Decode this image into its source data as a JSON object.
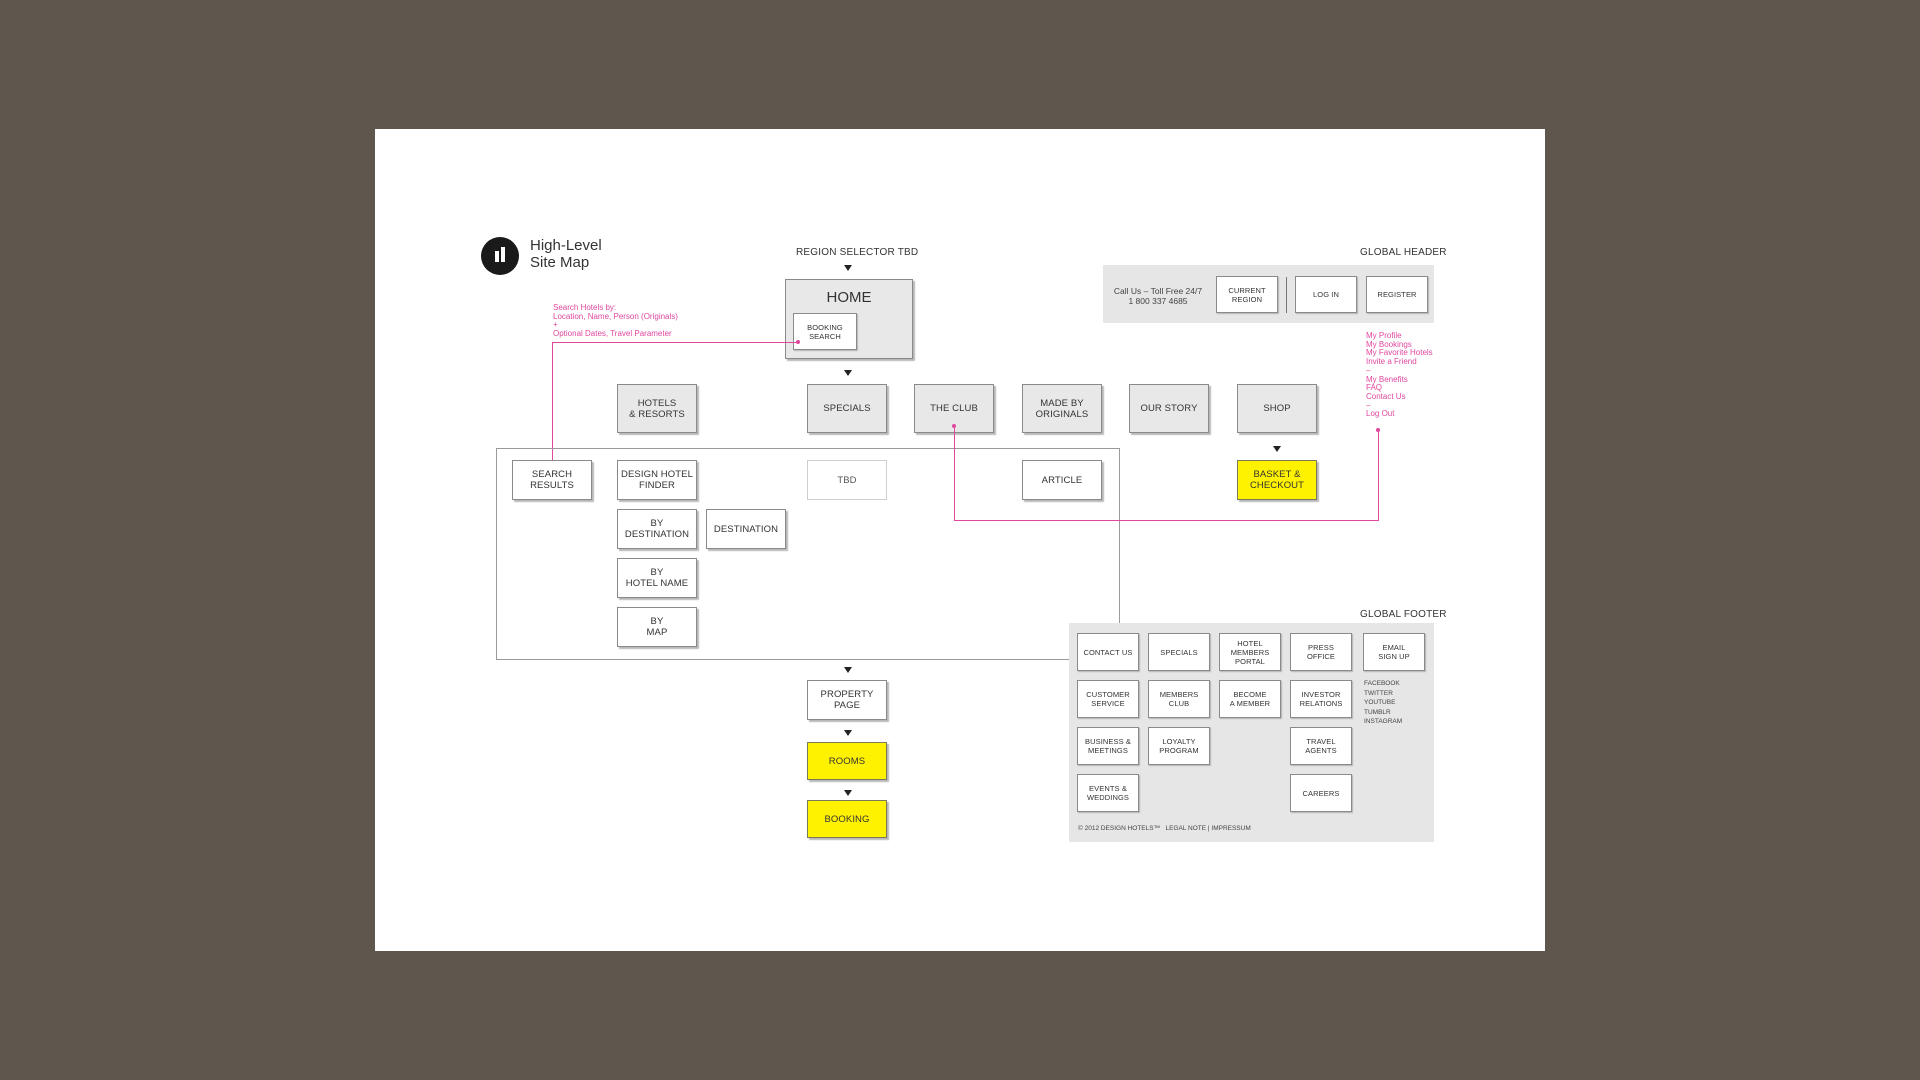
{
  "title_line1": "High-Level",
  "title_line2": "Site Map",
  "region_selector_label": "REGION SELECTOR TBD",
  "home": {
    "title": "HOME",
    "booking_search": "BOOKING\nSEARCH"
  },
  "search_note": {
    "line1": "Search Hotels by:",
    "line2": "Location, Name, Person (Originals)",
    "line3": "+",
    "line4": "Optional Dates, Travel Parameter"
  },
  "nav": {
    "hotels_resorts": "HOTELS\n& RESORTS",
    "specials": "SPECIALS",
    "the_club": "THE CLUB",
    "made_by_originals": "MADE BY\nORIGINALS",
    "our_story": "OUR STORY",
    "shop": "SHOP"
  },
  "sub": {
    "search_results": "SEARCH\nRESULTS",
    "design_hotel_finder": "DESIGN HOTEL\nFINDER",
    "by_destination": "BY\nDESTINATION",
    "destination": "DESTINATION",
    "by_hotel_name": "BY\nHOTEL NAME",
    "by_map": "BY\nMAP",
    "tbd": "TBD",
    "article": "ARTICLE",
    "basket_checkout": "BASKET &\nCHECKOUT"
  },
  "flow": {
    "property_page": "PROPERTY\nPAGE",
    "rooms": "ROOMS",
    "booking": "BOOKING"
  },
  "global_header": {
    "label": "GLOBAL HEADER",
    "call_line1": "Call Us – Toll Free 24/7",
    "call_line2": "1 800 337 4685",
    "current_region": "CURRENT\nREGION",
    "log_in": "LOG IN",
    "register": "REGISTER"
  },
  "user_menu": [
    "My Profile",
    "My Bookings",
    "My Favorite Hotels",
    "Invite a Friend",
    "–",
    "My Benefits",
    "FAQ",
    "Contact Us",
    "–",
    "Log Out"
  ],
  "global_footer": {
    "label": "GLOBAL FOOTER",
    "contact_us": "CONTACT US",
    "specials": "SPECIALS",
    "hotel_members_portal": "HOTEL\nMEMBERS\nPORTAL",
    "press_office": "PRESS\nOFFICE",
    "email_sign_up": "EMAIL\nSIGN UP",
    "customer_service": "CUSTOMER\nSERVICE",
    "members_club": "MEMBERS\nCLUB",
    "become_a_member": "BECOME\nA MEMBER",
    "investor_relations": "INVESTOR\nRELATIONS",
    "business_meetings": "BUSINESS &\nMEETINGS",
    "loyalty_program": "LOYALTY\nPROGRAM",
    "travel_agents": "TRAVEL\nAGENTS",
    "events_weddings": "EVENTS &\nWEDDINGS",
    "careers": "CAREERS",
    "social": [
      "FACEBOOK",
      "TWITTER",
      "YOUTUBE",
      "TUMBLR",
      "INSTAGRAM"
    ],
    "copyright": "© 2012 DESIGN HOTELS™   LEGAL NOTE | IMPRESSUM"
  },
  "colors": {
    "background": "#5f564d",
    "highlight": "#fff200",
    "link": "#e0479e",
    "panel": "#e6e6e6"
  }
}
